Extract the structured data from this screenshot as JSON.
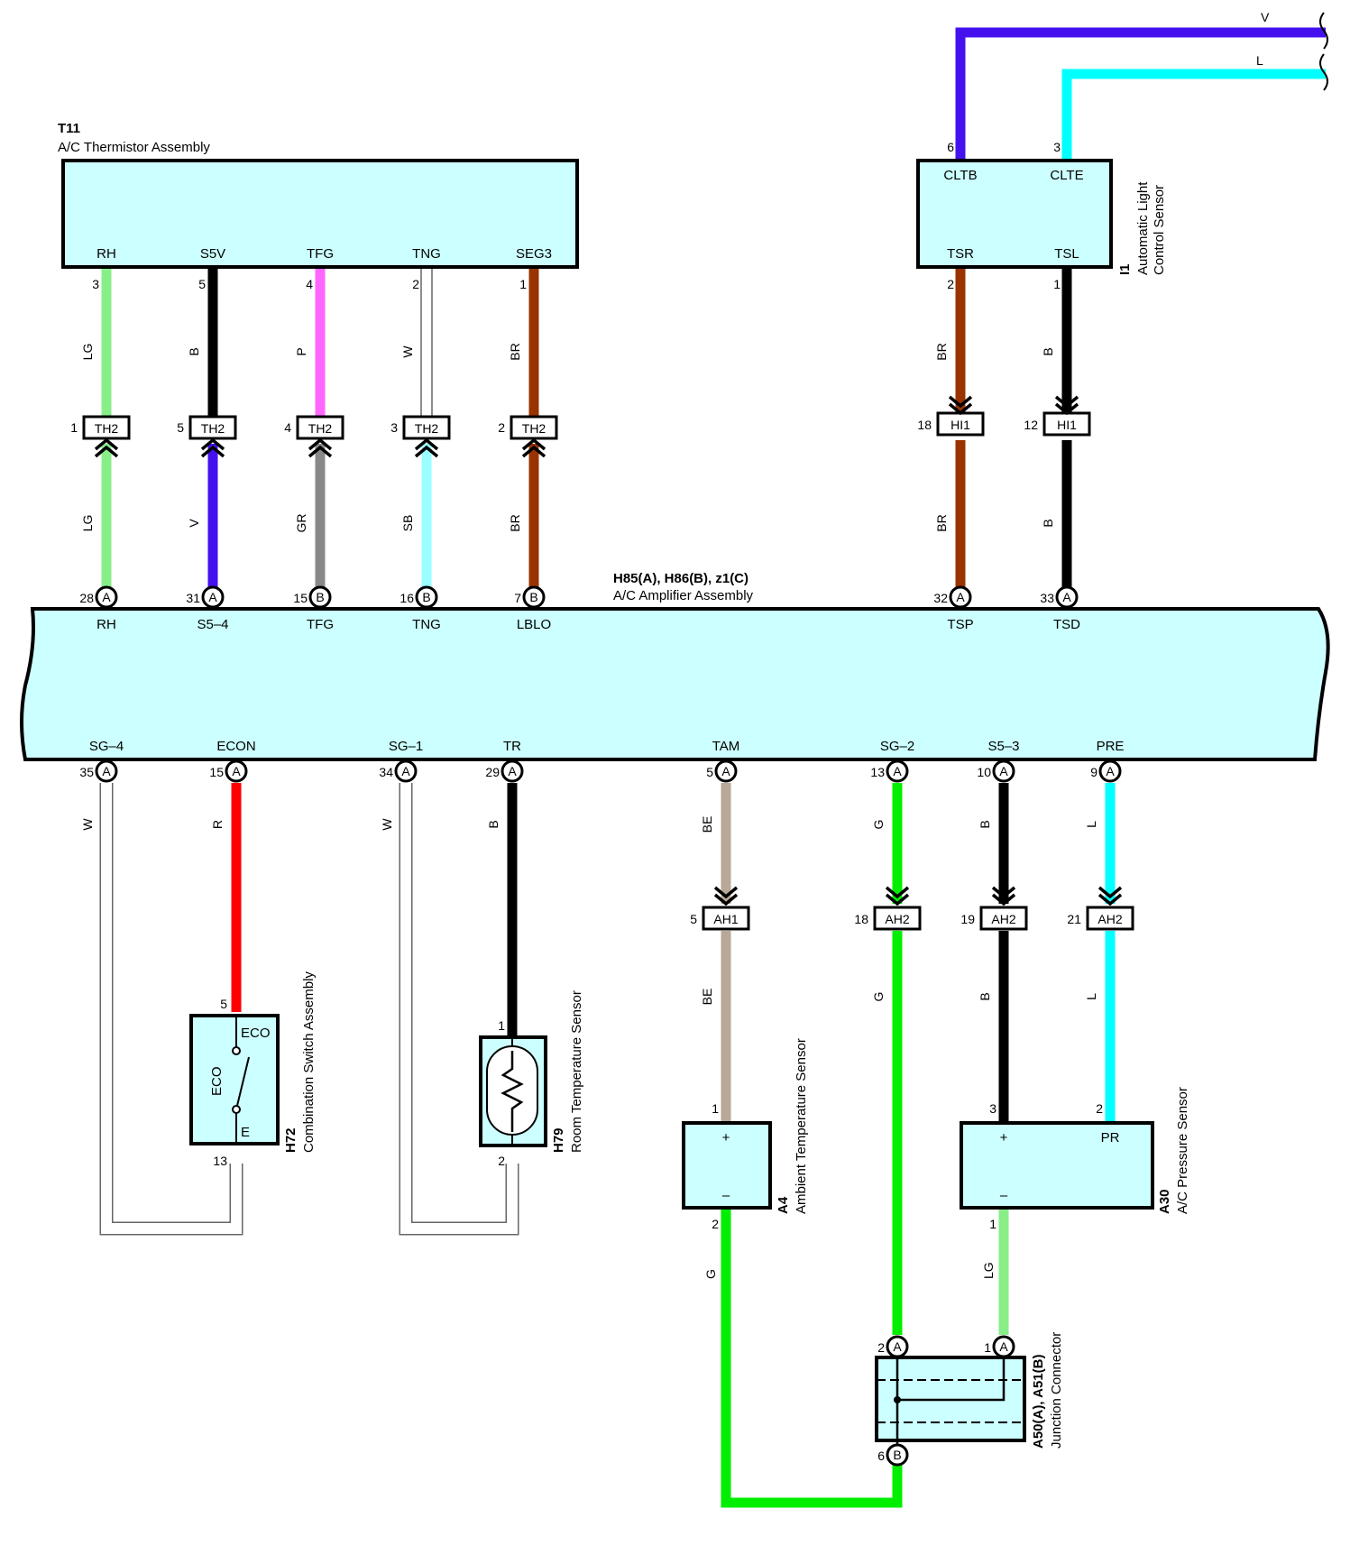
{
  "thermistor": {
    "code": "T11",
    "name": "A/C Thermistor Assembly",
    "terminals": [
      "RH",
      "S5V",
      "TFG",
      "TNG",
      "SEG3"
    ],
    "pins": [
      "3",
      "5",
      "4",
      "2",
      "1"
    ],
    "upper_wires": [
      "LG",
      "B",
      "P",
      "W",
      "BR"
    ],
    "connector": "TH2",
    "conn_pins": [
      "1",
      "5",
      "4",
      "3",
      "2"
    ],
    "lower_wires": [
      "LG",
      "V",
      "GR",
      "SB",
      "BR"
    ],
    "amp_pins": [
      "28",
      "31",
      "15",
      "16",
      "7"
    ],
    "amp_letters": [
      "A",
      "A",
      "B",
      "B",
      "B"
    ]
  },
  "light_sensor": {
    "code": "I1",
    "name_line1": "Automatic Light",
    "name_line2": "Control Sensor",
    "top_terminals": [
      "CLTB",
      "CLTE"
    ],
    "top_pins": [
      "6",
      "3"
    ],
    "top_wires": [
      "V",
      "L"
    ],
    "bottom_terminals": [
      "TSR",
      "TSL"
    ],
    "bottom_pins": [
      "2",
      "1"
    ],
    "upper_wires": [
      "BR",
      "B"
    ],
    "connector": "HI1",
    "conn_pins": [
      "18",
      "12"
    ],
    "lower_wires": [
      "BR",
      "B"
    ],
    "amp_pins": [
      "32",
      "33"
    ],
    "amp_letters": [
      "A",
      "A"
    ]
  },
  "amplifier": {
    "code": "H85(A), H86(B), z1(C)",
    "name": "A/C Amplifier Assembly",
    "top_terminals": [
      "RH",
      "S5–4",
      "TFG",
      "TNG",
      "LBLO",
      "TSP",
      "TSD"
    ],
    "bottom_terminals": [
      "SG–4",
      "ECON",
      "SG–1",
      "TR",
      "TAM",
      "SG–2",
      "S5–3",
      "PRE"
    ],
    "bottom_pins": [
      "35",
      "15",
      "34",
      "29",
      "5",
      "13",
      "10",
      "9"
    ],
    "bottom_letters": [
      "A",
      "A",
      "A",
      "A",
      "A",
      "A",
      "A",
      "A"
    ],
    "bottom_wires": [
      "W",
      "R",
      "W",
      "B",
      "BE",
      "G",
      "B",
      "L"
    ]
  },
  "lower_connectors": {
    "names": [
      "AH1",
      "AH2",
      "AH2",
      "AH2"
    ],
    "pins": [
      "5",
      "18",
      "19",
      "21"
    ],
    "lower_wires": [
      "BE",
      "G",
      "B",
      "L"
    ]
  },
  "combination_switch": {
    "code": "H72",
    "name": "Combination Switch Assembly",
    "label_top": "ECO",
    "label_side": "ECO",
    "label_bottom": "E",
    "pin_top": "5",
    "pin_bottom": "13"
  },
  "room_sensor": {
    "code": "H79",
    "name": "Room Temperature Sensor",
    "pin_top": "1",
    "pin_bottom": "2"
  },
  "ambient_sensor": {
    "code": "A4",
    "name": "Ambient Temperature Sensor",
    "plus": "+",
    "minus": "–",
    "pin_top": "1",
    "pin_bottom": "2",
    "wire_out": "G"
  },
  "pressure_sensor": {
    "code": "A30",
    "name": "A/C Pressure Sensor",
    "plus": "+",
    "pr": "PR",
    "minus": "–",
    "pin_plus": "3",
    "pin_pr": "2",
    "pin_minus": "1",
    "wire_out": "LG"
  },
  "junction": {
    "code": "A50(A), A51(B)",
    "name": "Junction Connector",
    "pins": [
      "2",
      "1",
      "6"
    ],
    "letters": [
      "A",
      "A",
      "B"
    ]
  },
  "colors": {
    "box_fill": "#ccffff",
    "LG": "#88ee88",
    "B": "#000000",
    "P": "#ff66ff",
    "W": "#ffffff",
    "BR": "#993300",
    "V": "#4411ee",
    "GR": "#888888",
    "SB": "#99ffff",
    "L": "#00ffff",
    "R": "#ff0000",
    "BE": "#b8a898",
    "G": "#00ee00"
  }
}
